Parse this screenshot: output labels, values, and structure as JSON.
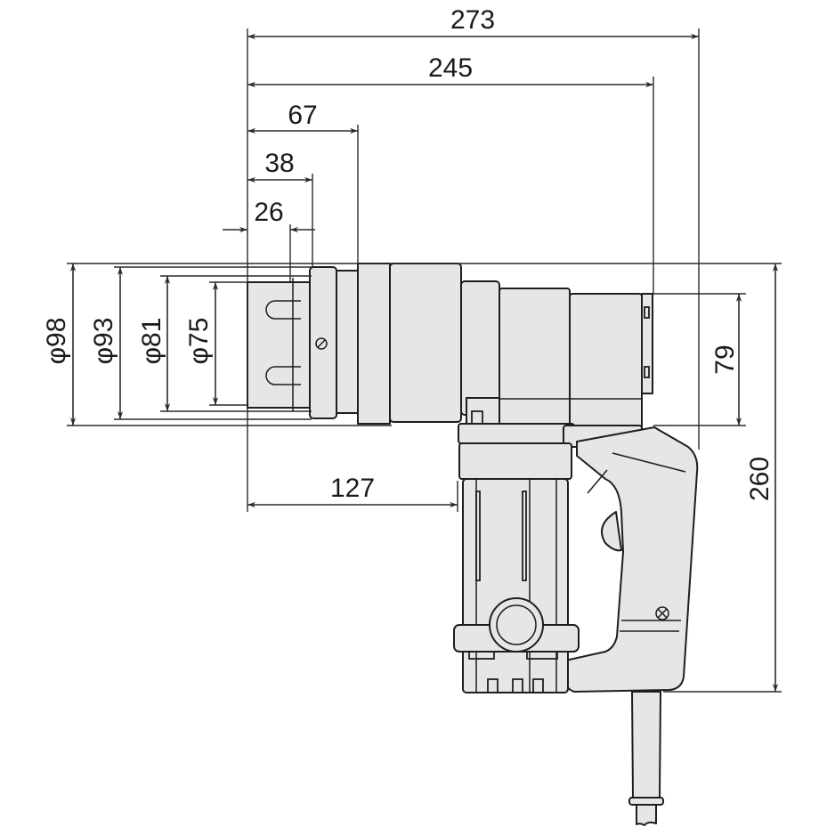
{
  "drawing": {
    "subject": "Angle shear wrench / torque wrench side view with dimensions",
    "units": "mm",
    "colors": {
      "line": "#1e1e1e",
      "fill": "#e6e6e6",
      "background": "#ffffff"
    },
    "dimensions": {
      "horizontal": [
        {
          "id": "overall_length",
          "label": "273"
        },
        {
          "id": "length_to_motor_end",
          "label": "245"
        },
        {
          "id": "socket_to_collar",
          "label": "67"
        },
        {
          "id": "socket_outer",
          "label": "38"
        },
        {
          "id": "socket_inner",
          "label": "26"
        },
        {
          "id": "socket_to_grip_front",
          "label": "127"
        }
      ],
      "vertical_diameters": [
        {
          "id": "dia_98",
          "label": "φ98"
        },
        {
          "id": "dia_93",
          "label": "φ93"
        },
        {
          "id": "dia_81",
          "label": "φ81"
        },
        {
          "id": "dia_75",
          "label": "φ75"
        }
      ],
      "vertical": [
        {
          "id": "motor_height",
          "label": "79"
        },
        {
          "id": "overall_height",
          "label": "260"
        }
      ]
    }
  }
}
